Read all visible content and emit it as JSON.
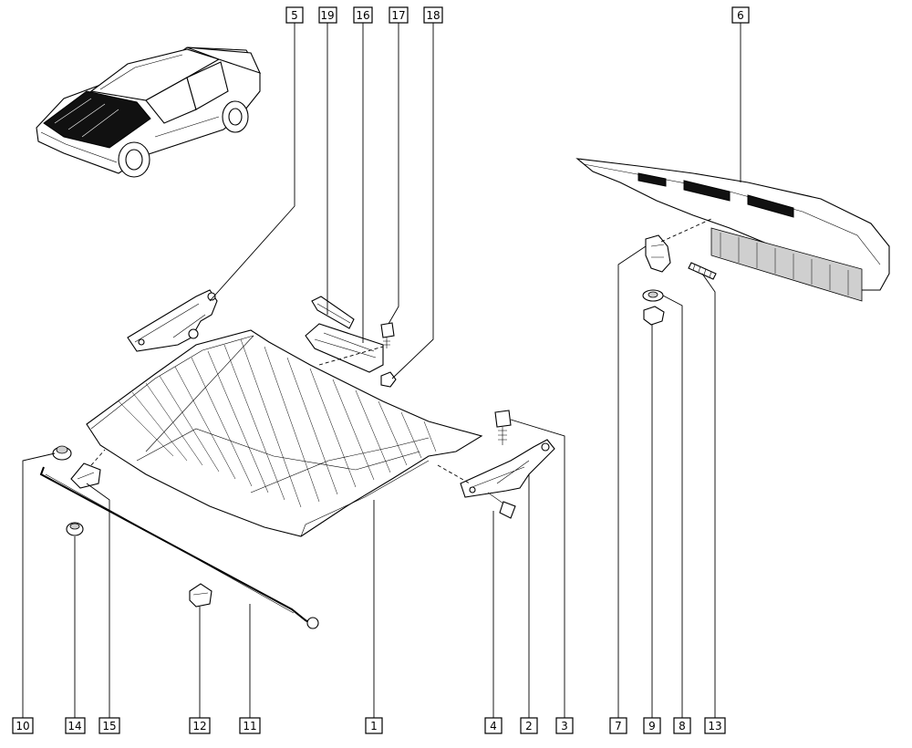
{
  "diagram": {
    "callouts": [
      {
        "id": "1",
        "label": "1"
      },
      {
        "id": "2",
        "label": "2"
      },
      {
        "id": "3",
        "label": "3"
      },
      {
        "id": "4",
        "label": "4"
      },
      {
        "id": "5",
        "label": "5"
      },
      {
        "id": "6",
        "label": "6"
      },
      {
        "id": "7",
        "label": "7"
      },
      {
        "id": "8",
        "label": "8"
      },
      {
        "id": "9",
        "label": "9"
      },
      {
        "id": "10",
        "label": "10"
      },
      {
        "id": "11",
        "label": "11"
      },
      {
        "id": "12",
        "label": "12"
      },
      {
        "id": "13",
        "label": "13"
      },
      {
        "id": "14",
        "label": "14"
      },
      {
        "id": "15",
        "label": "15"
      },
      {
        "id": "16",
        "label": "16"
      },
      {
        "id": "17",
        "label": "17"
      },
      {
        "id": "18",
        "label": "18"
      },
      {
        "id": "19",
        "label": "19"
      }
    ]
  }
}
